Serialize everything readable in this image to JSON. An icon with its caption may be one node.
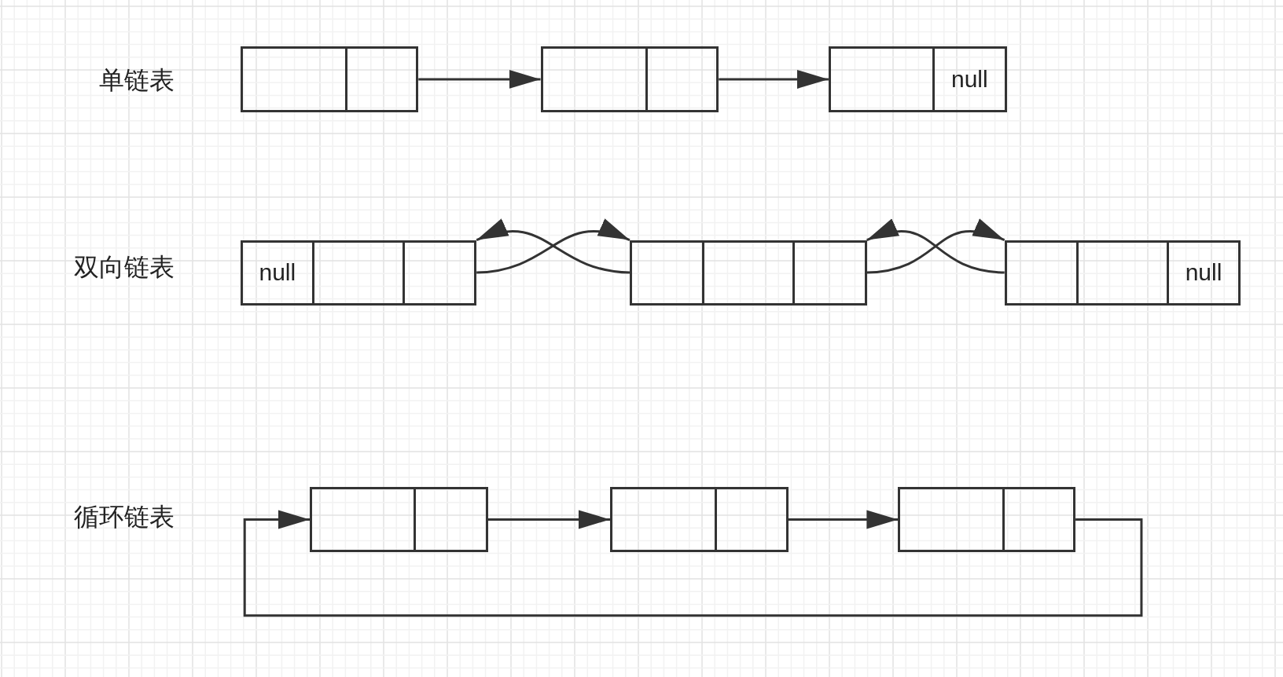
{
  "diagram": {
    "nodes": [
      {
        "text": [],
        "shape": "box"
      },
      {
        "text": [],
        "shape": "box"
      },
      {
        "text": [],
        "shape": "box"
      },
      {
        "text": [],
        "shape": "box"
      },
      {
        "text": [],
        "shape": "box"
      },
      {
        "text": [
          "null"
        ]
      },
      {
        "text": [
          "null"
        ]
      },
      {
        "text": [],
        "shape": "box"
      },
      {
        "text": [],
        "shape": "box"
      },
      {
        "text": [],
        "shape": "box"
      },
      {
        "text": [],
        "shape": "box"
      },
      {
        "text": [],
        "shape": "box"
      },
      {
        "text": [],
        "shape": "box"
      },
      {
        "text": [],
        "shape": "box"
      },
      {
        "text": [
          "null"
        ]
      },
      {
        "text": [],
        "shape": "box"
      },
      {
        "text": [],
        "shape": "box"
      },
      {
        "text": [],
        "shape": "box"
      },
      {
        "text": [],
        "shape": "box"
      },
      {
        "text": [],
        "shape": "box"
      },
      {
        "text": [],
        "shape": "box"
      }
    ],
    "edges": [
      {
        "from": 1,
        "to": 2,
        "arrow": "to"
      },
      {
        "from": 3,
        "to": 4,
        "arrow": "to"
      },
      {
        "from": 8,
        "to": 9,
        "arrow": "to"
      },
      {
        "from": 9,
        "to": 8,
        "arrow": "to"
      },
      {
        "from": 11,
        "to": 12,
        "arrow": "to"
      },
      {
        "from": 12,
        "to": 11,
        "arrow": "to"
      },
      {
        "from": 16,
        "to": 17,
        "arrow": "to"
      },
      {
        "from": 18,
        "to": 19,
        "arrow": "to"
      },
      {
        "from": 20,
        "to": 15,
        "arrow": "to"
      }
    ],
    "labels": [
      "单链表",
      "双向链表",
      "循环链表"
    ]
  }
}
